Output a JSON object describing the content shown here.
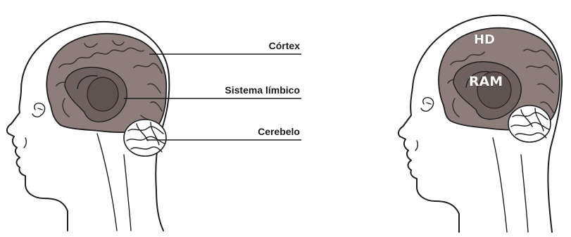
{
  "left_figure": {
    "labels": {
      "cortex": "Córtex",
      "limbic": "Sistema límbico",
      "cerebellum": "Cerebelo"
    }
  },
  "right_figure": {
    "labels": {
      "hd": "HD",
      "ram": "RAM"
    }
  },
  "colors": {
    "brain_fill": "#8d7e7b",
    "limbic_fill": "#6f615f",
    "limbic_core": "#5e5250",
    "outline": "#1e1e1e",
    "background": "#ffffff"
  }
}
